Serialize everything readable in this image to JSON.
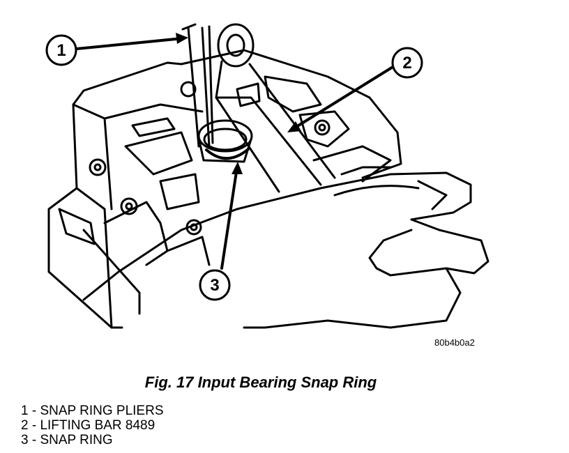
{
  "figure": {
    "caption": "Fig. 17 Input Bearing Snap Ring",
    "image_code": "80b4b0a2",
    "callouts": [
      "1",
      "2",
      "3"
    ],
    "legend": [
      "1 - SNAP RING PLIERS",
      "2 - LIFTING BAR 8489",
      "3 - SNAP RING"
    ]
  }
}
